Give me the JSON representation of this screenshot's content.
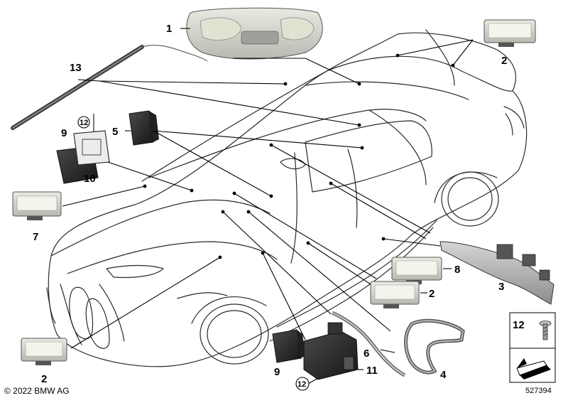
{
  "diagram": {
    "part_numbers": {
      "p1": "1",
      "p2a": "2",
      "p13": "13",
      "p12a": "12",
      "p9a": "9",
      "p10": "10",
      "p5": "5",
      "p7": "7",
      "p8": "8",
      "p2b": "2",
      "p3": "3",
      "p2c": "2",
      "p6": "6",
      "p4": "4",
      "p9b": "9",
      "p11": "11",
      "p12b": "12",
      "p12c": "12"
    },
    "copyright": "© 2022 BMW AG",
    "reference_number": "527394"
  }
}
